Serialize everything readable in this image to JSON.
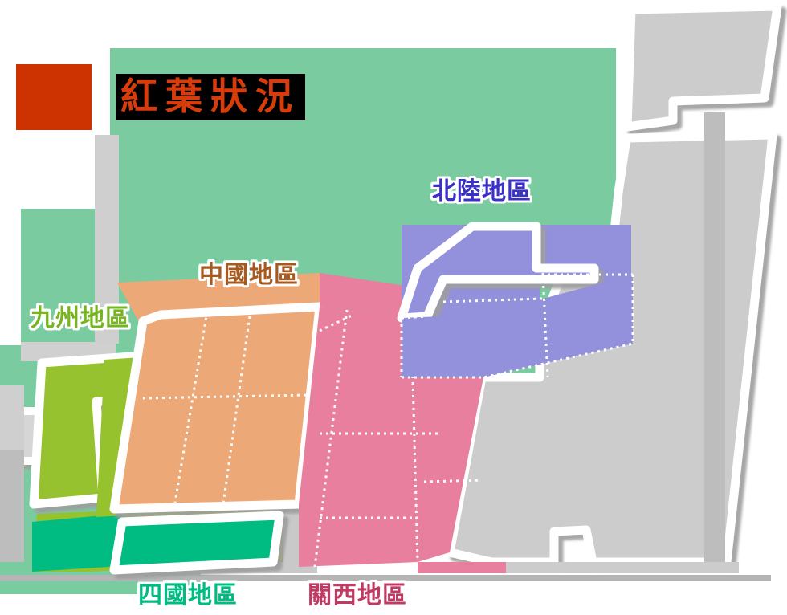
{
  "page": {
    "title": "紅葉狀況",
    "background_color": "#ffffff"
  },
  "legend": {
    "swatch_name": "legend-color-swatch",
    "swatch_color": "#cc3300",
    "title": "紅葉狀況",
    "title_color": "#d83c0a",
    "title_background": "#000000"
  },
  "map": {
    "sea_color": "#7acca0",
    "inactive_color": "#cccccc",
    "outline_color": "#ffffff",
    "shadow_color": "#9e9e9e",
    "prefecture_border_color": "#ffffff",
    "regions": [
      {
        "id": "hokuriku",
        "label": "北陸地區",
        "fill": "#9390dc",
        "label_color": "#3a32c8",
        "highlighted": true
      },
      {
        "id": "chugoku",
        "label": "中國地區",
        "fill": "#eda878",
        "label_color": "#a65a20",
        "highlighted": true
      },
      {
        "id": "kyushu",
        "label": "九州地區",
        "fill": "#95c22d",
        "label_color": "#76b51e",
        "highlighted": true
      },
      {
        "id": "shikoku",
        "label": "四國地區",
        "fill": "#00bc83",
        "label_color": "#00bc83",
        "highlighted": true
      },
      {
        "id": "kansai",
        "label": "關西地區",
        "fill": "#e87f9e",
        "label_color": "#c03a63",
        "highlighted": true
      },
      {
        "id": "hokkaido",
        "label": "",
        "fill": "#cccccc",
        "label_color": "",
        "highlighted": false
      },
      {
        "id": "honshu-east",
        "label": "",
        "fill": "#cccccc",
        "label_color": "",
        "highlighted": false
      },
      {
        "id": "okinawa",
        "label": "",
        "fill": "#d4d4d4",
        "label_color": "",
        "highlighted": false
      }
    ]
  }
}
